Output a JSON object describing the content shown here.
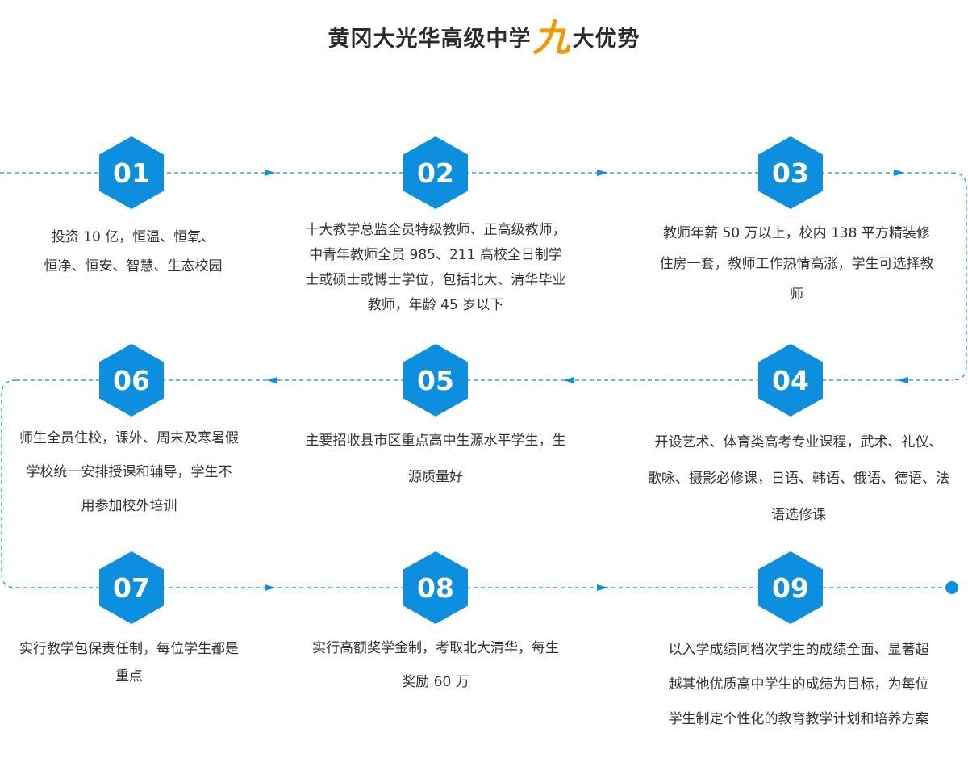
{
  "title": {
    "before": "黄冈大光华高级中学",
    "highlight": "九",
    "after": "大优势"
  },
  "colors": {
    "accent": "#0d8fe0",
    "highlight": "#f39800",
    "text": "#333333"
  },
  "items": [
    {
      "number": "01",
      "text": "投资 10 亿，恒温、恒氧、\n恒净、恒安、智慧、生态校园"
    },
    {
      "number": "02",
      "text": "十大教学总监全员特级教师、正高级教师，\n中青年教师全员 985、211 高校全日制学\n士或硕士或博士学位，包括北大、清华毕业\n教师，年龄 45 岁以下"
    },
    {
      "number": "03",
      "text": "教师年薪 50 万以上，校内 138 平方精装修\n住房一套，教师工作热情高涨，学生可选择教\n师"
    },
    {
      "number": "04",
      "text": "开设艺术、体育类高考专业课程，武术、礼仪、\n歌咏、摄影必修课，日语、韩语、俄语、德语、法\n语选修课"
    },
    {
      "number": "05",
      "text": "主要招收县市区重点高中生源水平学生，生\n源质量好"
    },
    {
      "number": "06",
      "text": "师生全员住校，课外、周末及寒暑假\n学校统一安排授课和辅导，学生不\n用参加校外培训"
    },
    {
      "number": "07",
      "text": "实行教学包保责任制，每位学生都是\n重点"
    },
    {
      "number": "08",
      "text": "实行高额奖学金制，考取北大清华，每生\n奖励 60 万"
    },
    {
      "number": "09",
      "text": "以入学成绩同档次学生的成绩全面、显著超\n越其他优质高中学生的成绩为目标，为每位\n学生制定个性化的教育教学计划和培养方案"
    }
  ]
}
